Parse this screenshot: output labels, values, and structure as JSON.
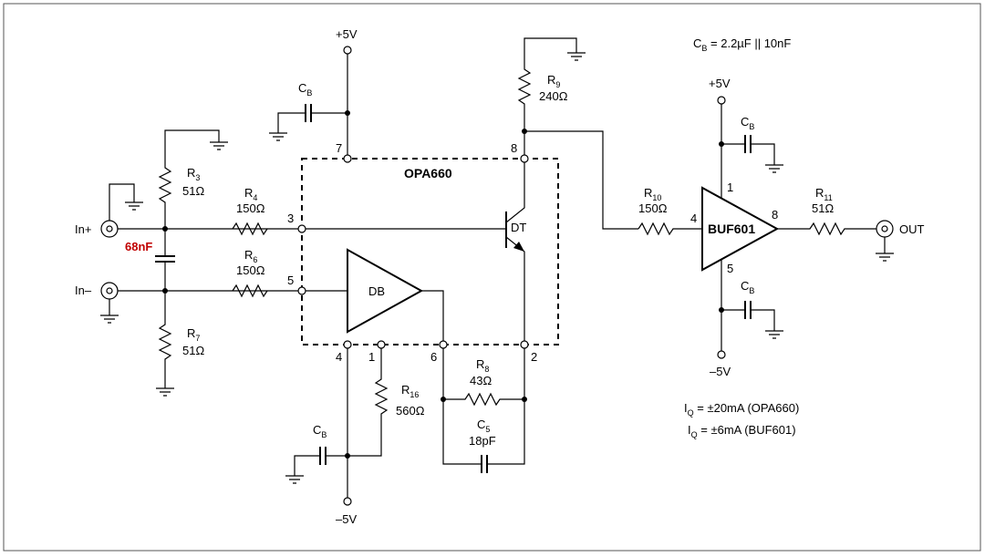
{
  "diagram": {
    "cap_note_prefix": "C",
    "cap_note_sub": "B",
    "cap_note_value": " = 2.2µF || 10nF",
    "iq1_prefix": "I",
    "iq1_sub": "Q",
    "iq1_value": " = ±20mA (OPA660)",
    "iq2_prefix": "I",
    "iq2_sub": "Q",
    "iq2_value": " = ±6mA (BUF601)",
    "opa_name": "OPA660",
    "buf_name": "BUF601",
    "db_label": "DB",
    "dt_label": "DT",
    "in_plus": "In+",
    "in_minus": "In–",
    "out": "OUT",
    "red_cap": "68nF",
    "supply": {
      "p5_a": "+5V",
      "p5_b": "+5V",
      "m5_a": "–5V",
      "m5_b": "–5V"
    },
    "pins": {
      "p7": "7",
      "p8": "8",
      "p3": "3",
      "p5": "5",
      "p4": "4",
      "p1": "1",
      "p6": "6",
      "p2": "2",
      "b1": "1",
      "b4": "4",
      "b8": "8",
      "b5": "5"
    },
    "components": {
      "R3": {
        "letter": "R",
        "sub": "3",
        "value": "51Ω"
      },
      "R4": {
        "letter": "R",
        "sub": "4",
        "value": "150Ω"
      },
      "R6": {
        "letter": "R",
        "sub": "6",
        "value": "150Ω"
      },
      "R7": {
        "letter": "R",
        "sub": "7",
        "value": "51Ω"
      },
      "R8": {
        "letter": "R",
        "sub": "8",
        "value": "43Ω"
      },
      "R9": {
        "letter": "R",
        "sub": "9",
        "value": "240Ω"
      },
      "R10": {
        "letter": "R",
        "sub": "10",
        "value": "150Ω"
      },
      "R11": {
        "letter": "R",
        "sub": "11",
        "value": "51Ω"
      },
      "R16": {
        "letter": "R",
        "sub": "16",
        "value": "560Ω"
      },
      "C5": {
        "letter": "C",
        "sub": "5",
        "value": "18pF"
      },
      "CB": {
        "letter": "C",
        "sub": "B"
      }
    }
  }
}
